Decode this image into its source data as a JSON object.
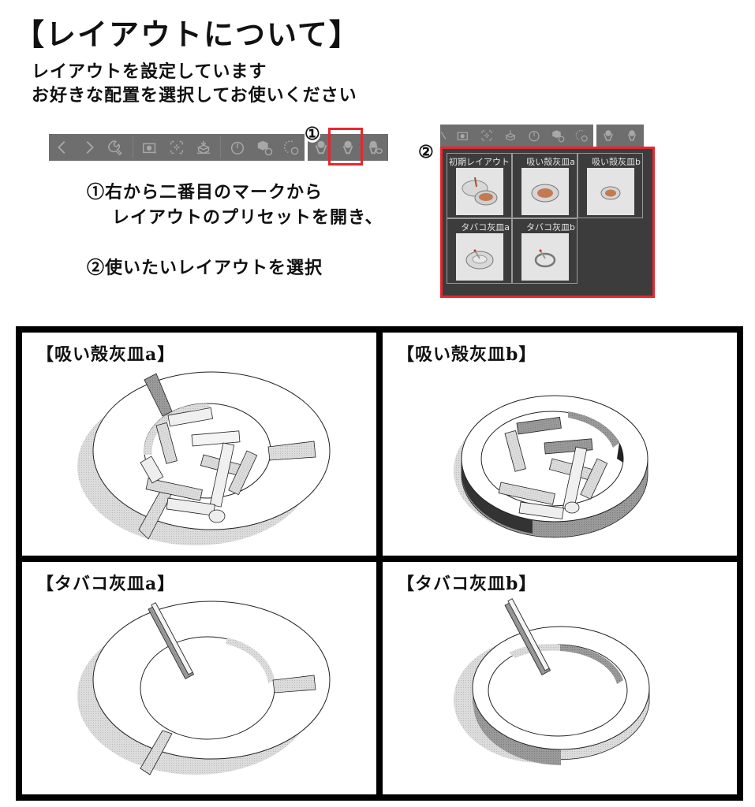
{
  "header": {
    "title": "【レイアウトについて】",
    "intro_lines": [
      "レイアウトを設定しています",
      "お好きな配置を選択してお使いください"
    ]
  },
  "toolbar": {
    "icons": [
      "chevron-left-icon",
      "chevron-right-icon",
      "wrench-icon",
      "camera-icon",
      "focus-frame-icon",
      "object-ground-icon",
      "timer-icon",
      "object-reset-icon",
      "rotate-reset-icon",
      "pose-hand-icon",
      "layout-preset-icon",
      "layout-object-icon"
    ],
    "highlight_color": "#e8262e",
    "bg_color": "#6e6e6e"
  },
  "badges": {
    "one": "①",
    "two": "②"
  },
  "steps": {
    "step1_line1": "①右から二番目のマークから",
    "step1_line2": "レイアウトのプリセットを開き、",
    "step2": "②使いたいレイアウトを選択"
  },
  "preset_panel": {
    "presets": [
      {
        "label": "初期レイアウト"
      },
      {
        "label": "吸い殻灰皿a"
      },
      {
        "label": "吸い殻灰皿b"
      },
      {
        "label": "タバコ灰皿a"
      },
      {
        "label": "タバコ灰皿b"
      }
    ]
  },
  "panels": [
    {
      "title": "【吸い殻灰皿a】"
    },
    {
      "title": "【吸い殻灰皿b】"
    },
    {
      "title": "【タバコ灰皿a】"
    },
    {
      "title": "【タバコ灰皿b】"
    }
  ]
}
